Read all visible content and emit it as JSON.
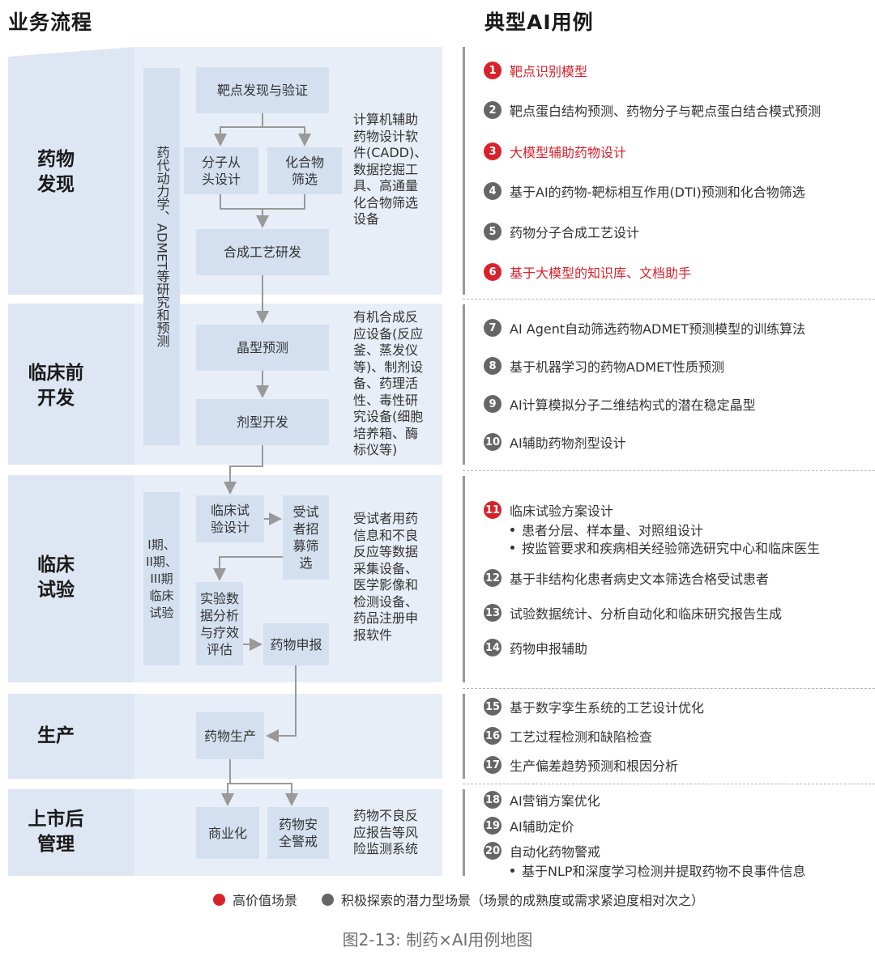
{
  "headers": {
    "left": "业务流程",
    "right": "典型AI用例"
  },
  "stages": [
    "药物\n发现",
    "临床前\n开发",
    "临床\n试验",
    "生产",
    "上市后\n管理"
  ],
  "side_labels": {
    "admet": "药代动力学、ADMET等研究和预测",
    "phases": "I期、\nII期、\nIII期\n临床\n试验"
  },
  "process_boxes": {
    "target_discovery": "靶点发现与验证",
    "de_novo": "分子从\n头设计",
    "compound_screening": "化合物\n筛选",
    "synthesis": "合成工艺研发",
    "crystal": "晶型预测",
    "formulation": "剂型开发",
    "trial_design": "临床试\n验设计",
    "recruit": "受试\n者招\n募筛\n选",
    "analysis": "实验数\n据分析\n与疗效\n评估",
    "filing": "药物申报",
    "production": "药物生产",
    "commercial": "商业化",
    "safety": "药物安\n全警戒"
  },
  "tools": {
    "discovery": "计算机辅助\n药物设计软\n件(CADD)、\n数据挖掘工\n具、高通量\n化合物筛选\n设备",
    "preclinical": "有机合成反\n应设备(反应\n釜、蒸发仪\n等)、制剂设\n备、药理活\n性、毒性研\n究设备(细胞\n培养箱、酶\n标仪等)",
    "clinical": "受试者用药\n信息和不良\n反应等数据\n采集设备、\n医学影像和\n检测设备、\n药品注册申\n报软件",
    "postmarket": "药物不良反\n应报告等风\n险监测系统"
  },
  "use_cases": [
    {
      "n": "1",
      "text": "靶点识别模型",
      "high": true
    },
    {
      "n": "2",
      "text": "靶点蛋白结构预测、药物分子与靶点蛋白结合模式预测",
      "high": false
    },
    {
      "n": "3",
      "text": "大模型辅助药物设计",
      "high": true
    },
    {
      "n": "4",
      "text": "基于AI的药物-靶标相互作用(DTI)预测和化合物筛选",
      "high": false
    },
    {
      "n": "5",
      "text": "药物分子合成工艺设计",
      "high": false
    },
    {
      "n": "6",
      "text": "基于大模型的知识库、文档助手",
      "high": true
    },
    {
      "n": "7",
      "text": "AI Agent自动筛选药物ADMET预测模型的训练算法",
      "high": false
    },
    {
      "n": "8",
      "text": "基于机器学习的药物ADMET性质预测",
      "high": false
    },
    {
      "n": "9",
      "text": "AI计算模拟分子二维结构式的潜在稳定晶型",
      "high": false
    },
    {
      "n": "10",
      "text": "AI辅助药物剂型设计",
      "high": false
    },
    {
      "n": "11",
      "text": "临床试验方案设计",
      "high": true
    },
    {
      "n": "12",
      "text": "基于非结构化患者病史文本筛选合格受试患者",
      "high": false
    },
    {
      "n": "13",
      "text": "试验数据统计、分析自动化和临床研究报告生成",
      "high": false
    },
    {
      "n": "14",
      "text": "药物申报辅助",
      "high": false
    },
    {
      "n": "15",
      "text": "基于数字孪生系统的工艺设计优化",
      "high": false
    },
    {
      "n": "16",
      "text": "工艺过程检测和缺陷检查",
      "high": false
    },
    {
      "n": "17",
      "text": "生产偏差趋势预测和根因分析",
      "high": false
    },
    {
      "n": "18",
      "text": "AI营销方案优化",
      "high": false
    },
    {
      "n": "19",
      "text": "AI辅助定价",
      "high": false
    },
    {
      "n": "20",
      "text": "自动化药物警戒",
      "high": false
    }
  ],
  "sub_items": {
    "case11": [
      "患者分层、样本量、对照组设计",
      "按监管要求和疾病相关经验筛选研究中心和临床医生"
    ],
    "case20": [
      "基于NLP和深度学习检测并提取药物不良事件信息"
    ]
  },
  "legend": {
    "high": "高价值场景",
    "potential": "积极探索的潜力型场景（场景的成熟度或需求紧迫度相对次之）"
  },
  "caption": "图2-13: 制药×AI用例地图",
  "colors": {
    "high_value": "#d8222b",
    "potential": "#666666",
    "box_fill": "#d4e0f0",
    "band_fill": "#e8eef7"
  }
}
